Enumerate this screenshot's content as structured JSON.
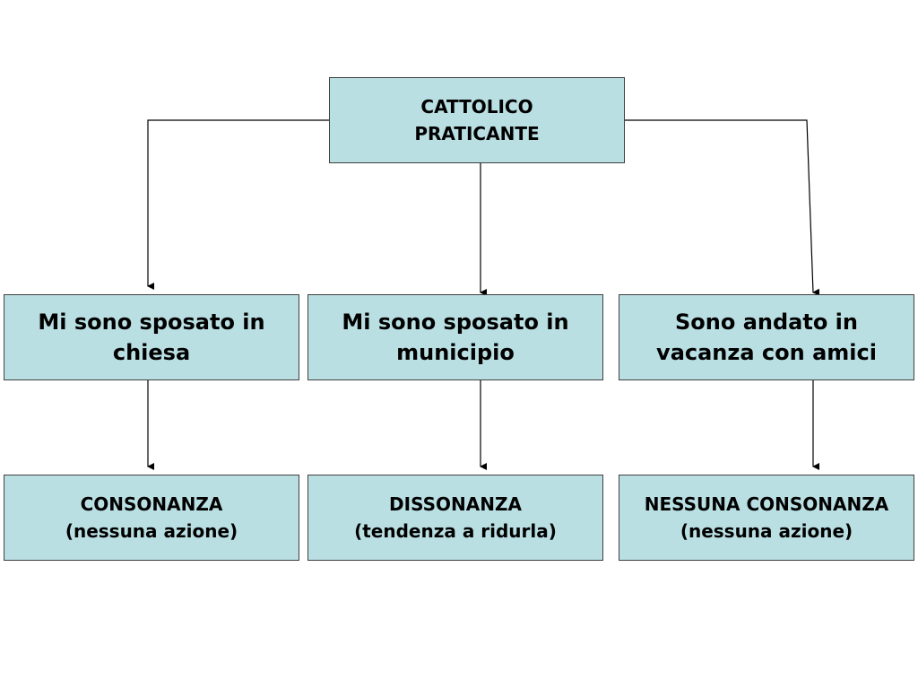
{
  "root": {
    "line1": "CATTOLICO",
    "line2": "PRATICANTE"
  },
  "branches": [
    {
      "situation": {
        "line1": "Mi sono sposato in",
        "line2": "chiesa"
      },
      "outcome": {
        "line1": "CONSONANZA",
        "line2": "(nessuna azione)"
      }
    },
    {
      "situation": {
        "line1": "Mi sono sposato in",
        "line2": "municipio"
      },
      "outcome": {
        "line1": "DISSONANZA",
        "line2": "(tendenza a ridurla)"
      }
    },
    {
      "situation": {
        "line1": "Sono andato in",
        "line2": "vacanza con amici"
      },
      "outcome": {
        "line1": "NESSUNA CONSONANZA",
        "line2": "(nessuna azione)"
      }
    }
  ],
  "colors": {
    "box_fill": "#b9dfe3",
    "box_border": "#404040",
    "line": "#000000"
  }
}
